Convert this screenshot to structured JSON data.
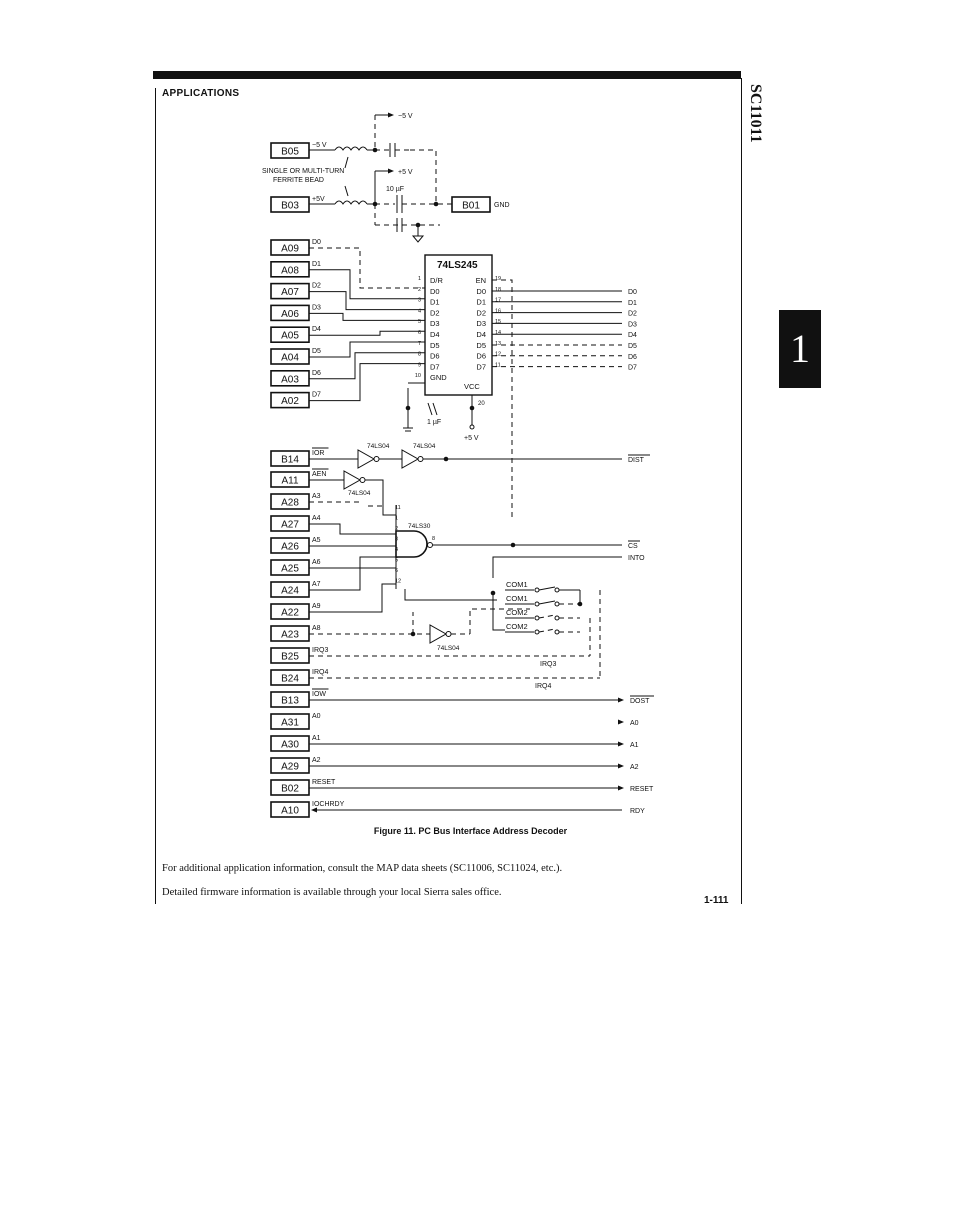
{
  "section_title": "APPLICATIONS",
  "vertical_title": "SC11011",
  "tab_label": "1",
  "figure_caption": "Figure 11. PC Bus Interface Address Decoder",
  "paragraphs": [
    "For additional application information, consult the MAP data sheets (SC11006, SC11024, etc.).",
    "Detailed firmware information is available through your local Sierra sales office."
  ],
  "page_number": "1-111",
  "schematic": {
    "power": {
      "plus5v": "+5 V",
      "plus5v_short": "+5V",
      "minus5v": "−5 V",
      "ferrite_label_1": "SINGLE OR MULTI-TURN",
      "ferrite_label_2": "FERRITE BEAD",
      "cap_10uf": "10 µF",
      "cap_1uf": "1 µF",
      "gnd": "GND"
    },
    "power_pins": [
      "B05",
      "B03",
      "B01"
    ],
    "data_pins": [
      {
        "pin": "A09",
        "signal": "D0"
      },
      {
        "pin": "A08",
        "signal": "D1"
      },
      {
        "pin": "A07",
        "signal": "D2"
      },
      {
        "pin": "A06",
        "signal": "D3"
      },
      {
        "pin": "A05",
        "signal": "D4"
      },
      {
        "pin": "A04",
        "signal": "D5"
      },
      {
        "pin": "A03",
        "signal": "D6"
      },
      {
        "pin": "A02",
        "signal": "D7"
      }
    ],
    "buffer_chip": {
      "name": "74LS245",
      "left_pins": [
        {
          "num": "1",
          "name": "D/R"
        },
        {
          "num": "2",
          "name": "D0"
        },
        {
          "num": "3",
          "name": "D1"
        },
        {
          "num": "4",
          "name": "D2"
        },
        {
          "num": "5",
          "name": "D3"
        },
        {
          "num": "6",
          "name": "D4"
        },
        {
          "num": "7",
          "name": "D5"
        },
        {
          "num": "8",
          "name": "D6"
        },
        {
          "num": "9",
          "name": "D7"
        },
        {
          "num": "10",
          "name": "GND"
        }
      ],
      "right_pins": [
        {
          "num": "19",
          "name": "EN"
        },
        {
          "num": "18",
          "name": "D0"
        },
        {
          "num": "17",
          "name": "D1"
        },
        {
          "num": "16",
          "name": "D2"
        },
        {
          "num": "15",
          "name": "D3"
        },
        {
          "num": "14",
          "name": "D4"
        },
        {
          "num": "13",
          "name": "D5"
        },
        {
          "num": "12",
          "name": "D6"
        },
        {
          "num": "11",
          "name": "D7"
        }
      ],
      "vcc": "VCC",
      "vcc_pin": "20"
    },
    "right_data_outputs": [
      "D0",
      "D1",
      "D2",
      "D3",
      "D4",
      "D5",
      "D6",
      "D7"
    ],
    "control_pins": [
      {
        "pin": "B14",
        "signal": "IOR"
      },
      {
        "pin": "A11",
        "signal": "AEN"
      },
      {
        "pin": "A28",
        "signal": "A3"
      },
      {
        "pin": "A27",
        "signal": "A4"
      },
      {
        "pin": "A26",
        "signal": "A5"
      },
      {
        "pin": "A25",
        "signal": "A6"
      },
      {
        "pin": "A24",
        "signal": "A7"
      },
      {
        "pin": "A22",
        "signal": "A9"
      },
      {
        "pin": "A23",
        "signal": "A8"
      },
      {
        "pin": "B25",
        "signal": "IRQ3"
      },
      {
        "pin": "B24",
        "signal": "IRQ4"
      },
      {
        "pin": "B13",
        "signal": "IOW"
      },
      {
        "pin": "A31",
        "signal": "A0"
      },
      {
        "pin": "A30",
        "signal": "A1"
      },
      {
        "pin": "A29",
        "signal": "A2"
      },
      {
        "pin": "B02",
        "signal": "RESET"
      },
      {
        "pin": "A10",
        "signal": "IOCHRDY"
      }
    ],
    "gates": {
      "inv": "74LS04",
      "nand": "74LS30",
      "nand_out_pin": "8",
      "nand_pins": [
        "11",
        "1",
        "2",
        "3",
        "4",
        "5",
        "6",
        "12"
      ]
    },
    "right_control_outputs": [
      "DIST",
      "CS",
      "INTO",
      "DOST",
      "A0",
      "A1",
      "A2",
      "RESET",
      "RDY"
    ],
    "com_switches": [
      "COM1",
      "COM1",
      "COM2",
      "COM2"
    ],
    "irq_labels": [
      "IRQ3",
      "IRQ4"
    ]
  }
}
